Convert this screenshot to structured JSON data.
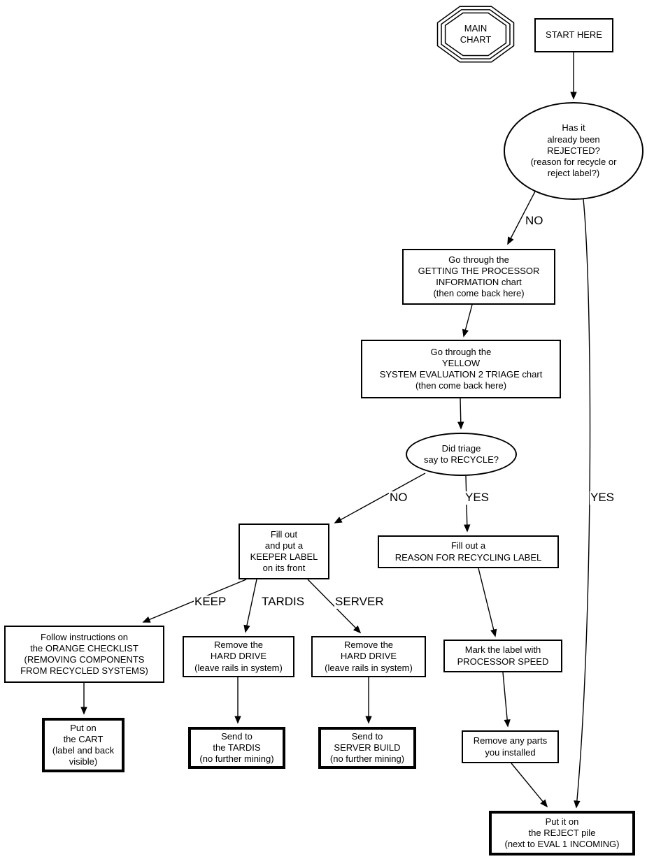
{
  "diagram": {
    "nodes": {
      "main_chart": {
        "label": "MAIN\nCHART"
      },
      "start_here": {
        "label": "START HERE"
      },
      "rejected_q": {
        "label": "Has it\nalready been\nREJECTED?\n(reason for recycle or\nreject label?)"
      },
      "processor_info": {
        "label": "Go through the\nGETTING THE PROCESSOR\nINFORMATION chart\n(then come back here)"
      },
      "triage_chart": {
        "label": "Go through the\nYELLOW\nSYSTEM EVALUATION 2 TRIAGE chart\n(then come back here)"
      },
      "triage_q": {
        "label": "Did triage\nsay to RECYCLE?"
      },
      "keeper_label": {
        "label": "Fill out\nand put a\nKEEPER LABEL\non its front"
      },
      "recycle_label": {
        "label": "Fill out a\nREASON FOR RECYCLING LABEL"
      },
      "orange_checklist": {
        "label": "Follow instructions on\nthe ORANGE CHECKLIST\n(REMOVING COMPONENTS\nFROM RECYCLED SYSTEMS)"
      },
      "remove_hd_tardis": {
        "label": "Remove the\nHARD DRIVE\n(leave rails in system)"
      },
      "remove_hd_server": {
        "label": "Remove the\nHARD DRIVE\n(leave rails in system)"
      },
      "mark_speed": {
        "label": "Mark the label with\nPROCESSOR SPEED"
      },
      "put_cart": {
        "label": "Put on\nthe CART\n(label and back\nvisible)"
      },
      "send_tardis": {
        "label": "Send to\nthe TARDIS\n(no further mining)"
      },
      "send_server": {
        "label": "Send to\nSERVER BUILD\n(no further mining)"
      },
      "remove_parts": {
        "label": "Remove any parts\nyou installed"
      },
      "reject_pile": {
        "label": "Put it on\nthe REJECT pile\n(next to EVAL 1 INCOMING)"
      }
    },
    "edge_labels": {
      "no_rejected": "NO",
      "yes_rejected": "YES",
      "no_triage": "NO",
      "yes_triage": "YES",
      "keep": "KEEP",
      "tardis": "TARDIS",
      "server": "SERVER"
    },
    "colors": {
      "line": "#000000",
      "background": "#ffffff"
    }
  }
}
